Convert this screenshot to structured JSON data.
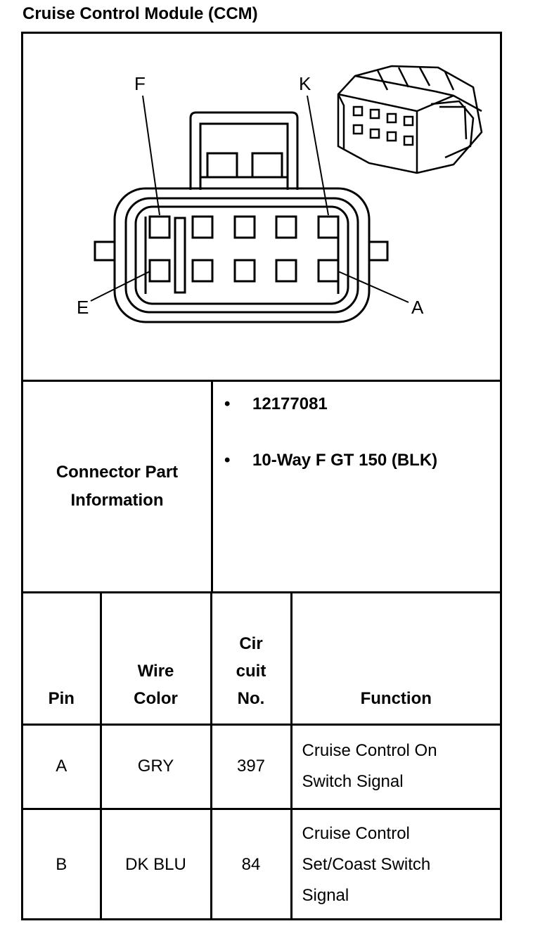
{
  "title": "Cruise Control Module (CCM)",
  "diagram": {
    "labels": {
      "f": "F",
      "k": "K",
      "e": "E",
      "a": "A"
    }
  },
  "connector_info": {
    "label": "Connector Part Information",
    "bullet": "•",
    "items": [
      "12177081",
      "10-Way F GT 150 (BLK)"
    ]
  },
  "pin_table": {
    "headers": {
      "pin": "Pin",
      "wire_color": "Wire Color",
      "circuit": "Cir cuit No.",
      "function": "Function"
    },
    "rows": [
      {
        "pin": "A",
        "wire_color": "GRY",
        "circuit": "397",
        "function": "Cruise Control On Switch Signal"
      },
      {
        "pin": "B",
        "wire_color": "DK BLU",
        "circuit": "84",
        "function": "Cruise Control Set/Coast Switch Signal"
      }
    ]
  }
}
